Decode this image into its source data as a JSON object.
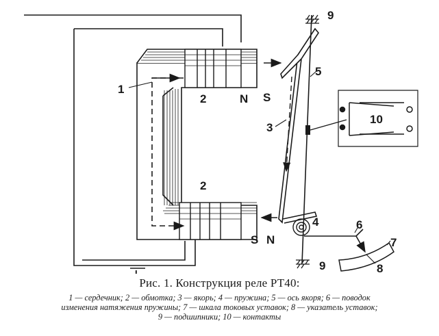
{
  "figure": {
    "caption_title": "Рис. 1. Конструкция реле РТ40:",
    "legend_lines": [
      "1 — сердечник; 2 — обмотка; 3 — якорь; 4 — пружина; 5 — ось якоря; 6 — поводок",
      "изменения натяжения пружины; 7 — шкала токовых уставок; 8 — указатель уставок;",
      "9 — подшипники; 10 — контакты"
    ],
    "labels": {
      "core": "1",
      "winding_top": "2",
      "winding_bottom": "2",
      "armature": "3",
      "spring": "4",
      "axis": "5",
      "lever": "6",
      "scale": "7",
      "pointer": "8",
      "bearing_top": "9",
      "bearing_bottom": "9",
      "contacts": "10"
    },
    "poles": {
      "core_top": "N",
      "armature_top": "S",
      "core_bottom": "S",
      "armature_bottom": "N"
    },
    "ground_symbol": "I"
  }
}
